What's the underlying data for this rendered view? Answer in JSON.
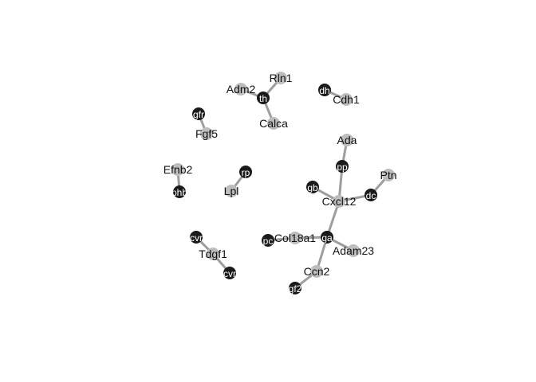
{
  "colors": {
    "ligand": "#bdbdbd",
    "receptor": "#1a1a1a",
    "edge": "#9e9e9e",
    "label_on_light": "#111111",
    "label_on_dark": "#ffffff"
  },
  "nodes": [
    {
      "id": "Rln1",
      "kind": "ligand",
      "label": "Rln1"
    },
    {
      "id": "Adm2",
      "kind": "ligand",
      "label": "Adm2"
    },
    {
      "id": "Cth",
      "kind": "receptor",
      "label": "th"
    },
    {
      "id": "Calca",
      "kind": "ligand",
      "label": "Calca"
    },
    {
      "id": "Cdh",
      "kind": "receptor",
      "label": "dh"
    },
    {
      "id": "Cdh1",
      "kind": "ligand",
      "label": "Cdh1"
    },
    {
      "id": "Fgfr",
      "kind": "receptor",
      "label": "gfr"
    },
    {
      "id": "Fgf5",
      "kind": "ligand",
      "label": "Fgf5"
    },
    {
      "id": "Efnb2",
      "kind": "ligand",
      "label": "Efnb2"
    },
    {
      "id": "Ephb",
      "kind": "receptor",
      "label": "phb"
    },
    {
      "id": "Lrp",
      "kind": "receptor",
      "label": "rp"
    },
    {
      "id": "Lpl",
      "kind": "ligand",
      "label": "Lpl"
    },
    {
      "id": "Ada",
      "kind": "ligand",
      "label": "Ada"
    },
    {
      "id": "Dpp",
      "kind": "receptor",
      "label": "pp"
    },
    {
      "id": "Itgb",
      "kind": "receptor",
      "label": "gb"
    },
    {
      "id": "Cxcl12",
      "kind": "ligand",
      "label": "Cxcl12"
    },
    {
      "id": "Ptn",
      "kind": "ligand",
      "label": "Ptn"
    },
    {
      "id": "Sdc",
      "kind": "receptor",
      "label": "dc"
    },
    {
      "id": "Gpc",
      "kind": "receptor",
      "label": "pc"
    },
    {
      "id": "Col18a1",
      "kind": "ligand",
      "label": "Col18a1"
    },
    {
      "id": "Itga",
      "kind": "receptor",
      "label": "ga"
    },
    {
      "id": "Adam23",
      "kind": "ligand",
      "label": "Adam23"
    },
    {
      "id": "Ccn2",
      "kind": "ligand",
      "label": "Ccn2"
    },
    {
      "id": "Igf2",
      "kind": "receptor",
      "label": "gf2"
    },
    {
      "id": "Acvr_top",
      "kind": "receptor",
      "label": "cvr"
    },
    {
      "id": "Tdgf1",
      "kind": "ligand",
      "label": "Tdgf1"
    },
    {
      "id": "Acvr_bottom",
      "kind": "receptor",
      "label": "cvr"
    }
  ],
  "edges": [
    {
      "source": "Rln1",
      "target": "Cth"
    },
    {
      "source": "Adm2",
      "target": "Cth"
    },
    {
      "source": "Calca",
      "target": "Cth"
    },
    {
      "source": "Cdh",
      "target": "Cdh1"
    },
    {
      "source": "Fgfr",
      "target": "Fgf5"
    },
    {
      "source": "Efnb2",
      "target": "Ephb"
    },
    {
      "source": "Lrp",
      "target": "Lpl"
    },
    {
      "source": "Ada",
      "target": "Dpp"
    },
    {
      "source": "Dpp",
      "target": "Cxcl12"
    },
    {
      "source": "Itgb",
      "target": "Cxcl12"
    },
    {
      "source": "Sdc",
      "target": "Cxcl12"
    },
    {
      "source": "Ptn",
      "target": "Sdc"
    },
    {
      "source": "Cxcl12",
      "target": "Itga"
    },
    {
      "source": "Col18a1",
      "target": "Itga"
    },
    {
      "source": "Gpc",
      "target": "Col18a1"
    },
    {
      "source": "Adam23",
      "target": "Itga"
    },
    {
      "source": "Ccn2",
      "target": "Itga"
    },
    {
      "source": "Igf2",
      "target": "Ccn2"
    },
    {
      "source": "Acvr_top",
      "target": "Tdgf1"
    },
    {
      "source": "Tdgf1",
      "target": "Acvr_bottom"
    }
  ]
}
